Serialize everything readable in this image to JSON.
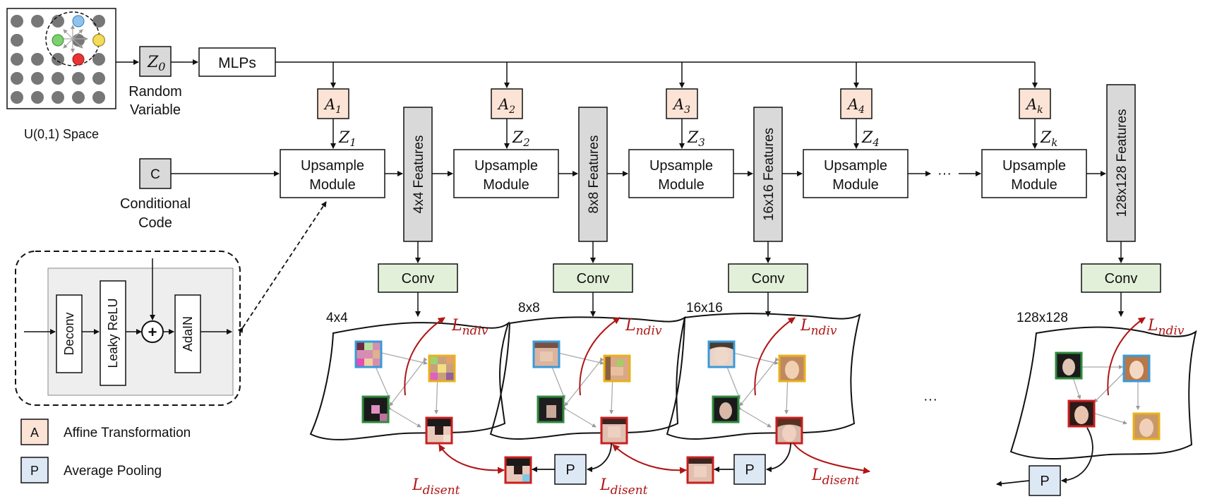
{
  "input": {
    "space_label": "U(0,1) Space",
    "z0_symbol": "Z",
    "z0_sub": "0",
    "random_variable_label": [
      "Random",
      "Variable"
    ],
    "mlps_label": "MLPs"
  },
  "conditional": {
    "box_label": "C",
    "label": [
      "Conditional",
      "Code"
    ]
  },
  "stages": [
    {
      "a_sub": "1",
      "z_sub": "1",
      "features": "4x4 Features",
      "res": "4x4"
    },
    {
      "a_sub": "2",
      "z_sub": "2",
      "features": "8x8 Features",
      "res": "8x8"
    },
    {
      "a_sub": "3",
      "z_sub": "3",
      "features": "16x16 Features",
      "res": "16x16"
    },
    {
      "a_sub": "4",
      "z_sub": "4",
      "features": "",
      "res": ""
    },
    {
      "a_sub": "k",
      "z_sub": "k",
      "features": "128x128 Features",
      "res": "128x128"
    }
  ],
  "upsample_label": [
    "Upsample",
    "Module"
  ],
  "a_symbol": "A",
  "z_symbol": "Z",
  "conv_label": "Conv",
  "ellipsis": "···",
  "module_detail": {
    "deconv": "Deconv",
    "leaky": "Leaky ReLU",
    "plus": "+",
    "adain": "AdaIN"
  },
  "losses": {
    "ndiv_main": "L",
    "ndiv_sub": "ndiv",
    "disent_main": "L",
    "disent_sub": "disent"
  },
  "pool_label": "P",
  "legend": [
    {
      "key": "A",
      "text": "Affine Transformation",
      "color": "#fbe3d5"
    },
    {
      "key": "P",
      "text": "Average Pooling",
      "color": "#dde8f5"
    }
  ],
  "colors": {
    "affine": "#fbe3d5",
    "features": "#d9d9d9",
    "conv": "#e2f0d9",
    "pool": "#dde8f5",
    "loss": "#b01515",
    "frame_green": "#2f8a3e",
    "frame_blue": "#3a9ad9",
    "frame_yellow": "#e8b21a",
    "frame_red": "#c82020"
  }
}
